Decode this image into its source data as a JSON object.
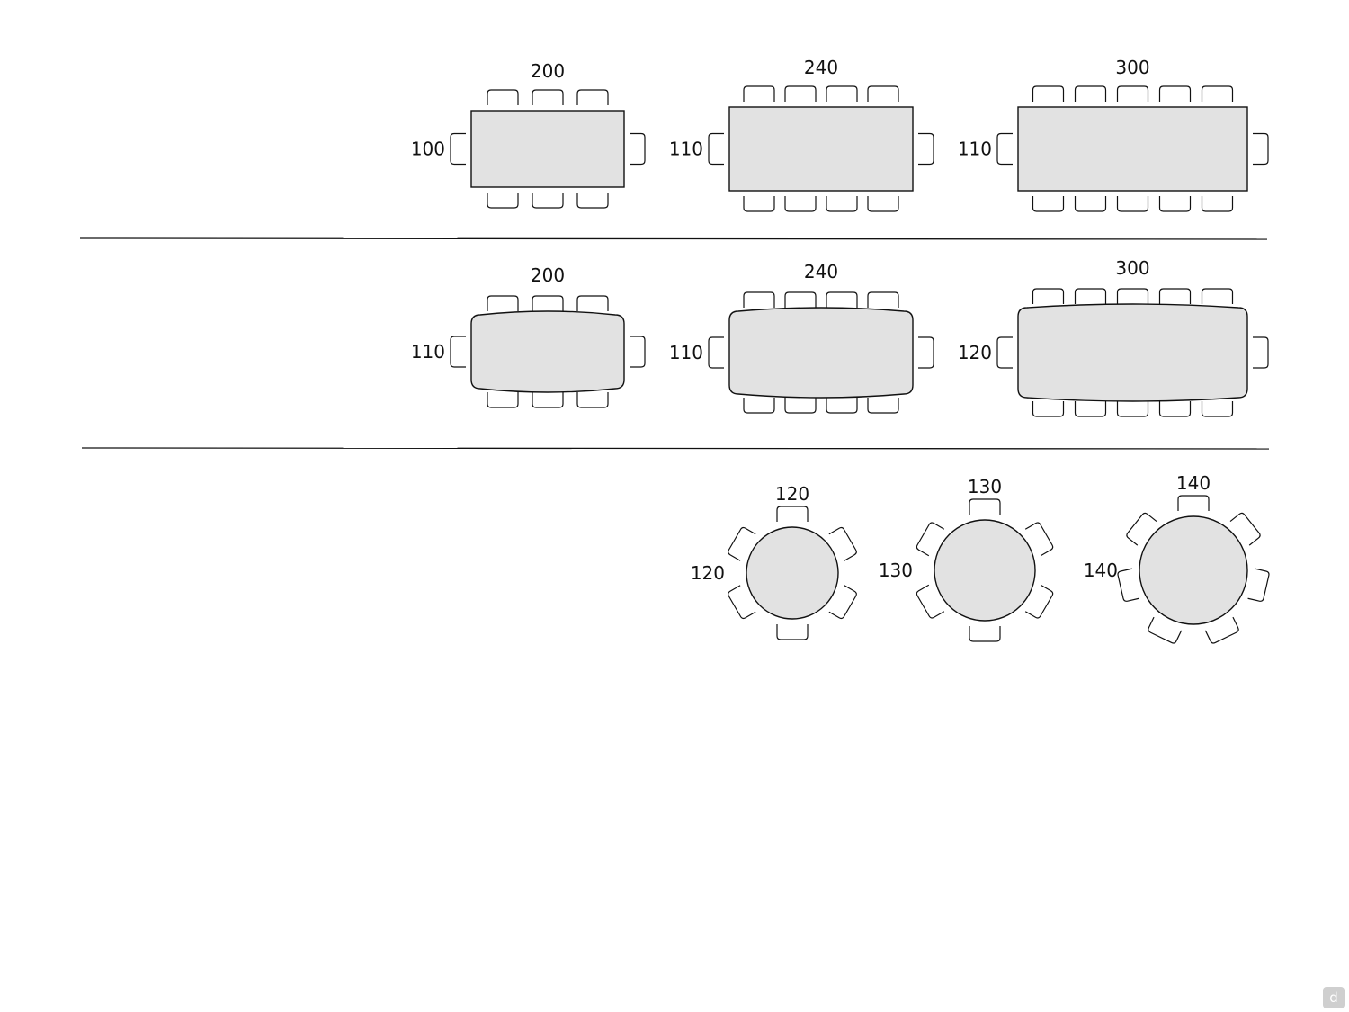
{
  "sections": [
    {
      "shape": "rectangular",
      "tables": [
        {
          "length": "200",
          "width": "100",
          "seats_per_long_side": 3,
          "end_seats": 1
        },
        {
          "length": "240",
          "width": "110",
          "seats_per_long_side": 4,
          "end_seats": 1
        },
        {
          "length": "300",
          "width": "110",
          "seats_per_long_side": 5,
          "end_seats": 1
        }
      ]
    },
    {
      "shape": "barrel",
      "tables": [
        {
          "length": "200",
          "width": "110",
          "seats_per_long_side": 3,
          "end_seats": 1
        },
        {
          "length": "240",
          "width": "110",
          "seats_per_long_side": 4,
          "end_seats": 1
        },
        {
          "length": "300",
          "width": "120",
          "seats_per_long_side": 5,
          "end_seats": 1
        }
      ]
    },
    {
      "shape": "round",
      "tables": [
        {
          "diameter": "120",
          "seats": 6
        },
        {
          "diameter": "130",
          "seats": 6
        },
        {
          "diameter": "140",
          "seats": 7
        }
      ]
    }
  ],
  "colors": {
    "table_fill": "#e2e2e2",
    "line": "#111111"
  },
  "watermark": "d"
}
